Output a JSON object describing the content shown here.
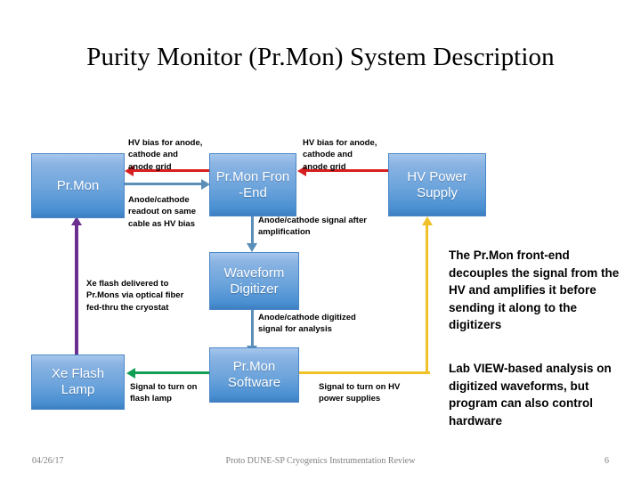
{
  "slide": {
    "title": "Purity Monitor (Pr.Mon) System Description"
  },
  "boxes": {
    "prmon": {
      "label": "Pr.Mon"
    },
    "frontend": {
      "line1": "Pr.Mon Fron",
      "line2": "-End"
    },
    "hv_supply": {
      "line1": "HV Power",
      "line2": "Supply"
    },
    "digitizer": {
      "line1": "Waveform",
      "line2": "Digitizer"
    },
    "xe_lamp": {
      "line1": "Xe Flash",
      "line2": "Lamp"
    },
    "software": {
      "line1": "Pr.Mon",
      "line2": "Software"
    }
  },
  "notes": {
    "hv_bias_left": "HV bias for anode, cathode and anode grid",
    "anode_readout": "Anode/cathode readout on same cable as HV bias",
    "hv_bias_right": "HV bias for anode, cathode and anode grid",
    "amplified": "Anode/cathode signal after amplification",
    "xe_flash": "Xe flash delivered to Pr.Mons via optical fiber fed-thru the cryostat",
    "digitized": "Anode/cathode digitized signal for analysis",
    "flash_lamp": "Signal to turn on flash lamp",
    "hv_power": "Signal to turn on HV power supplies"
  },
  "commentary": {
    "frontend_text": "The Pr.Mon front-end decouples the signal from the HV and amplifies it before sending it along to the digitizers",
    "software_text": "Lab VIEW-based analysis on digitized waveforms, but program can also control hardware"
  },
  "footer": {
    "date": "04/26/17",
    "center": "Proto DUNE-SP Cryogenics Instrumentation Review",
    "page": "6"
  },
  "colors": {
    "box_fill_top": "#a7c7ec",
    "box_fill_bottom": "#3d7fc1",
    "arrow_red": "#d81f1f",
    "arrow_steel": "#5b8fb8",
    "arrow_purple": "#6b2f8f",
    "arrow_green": "#0f9e53",
    "arrow_yellow": "#f0c129"
  }
}
